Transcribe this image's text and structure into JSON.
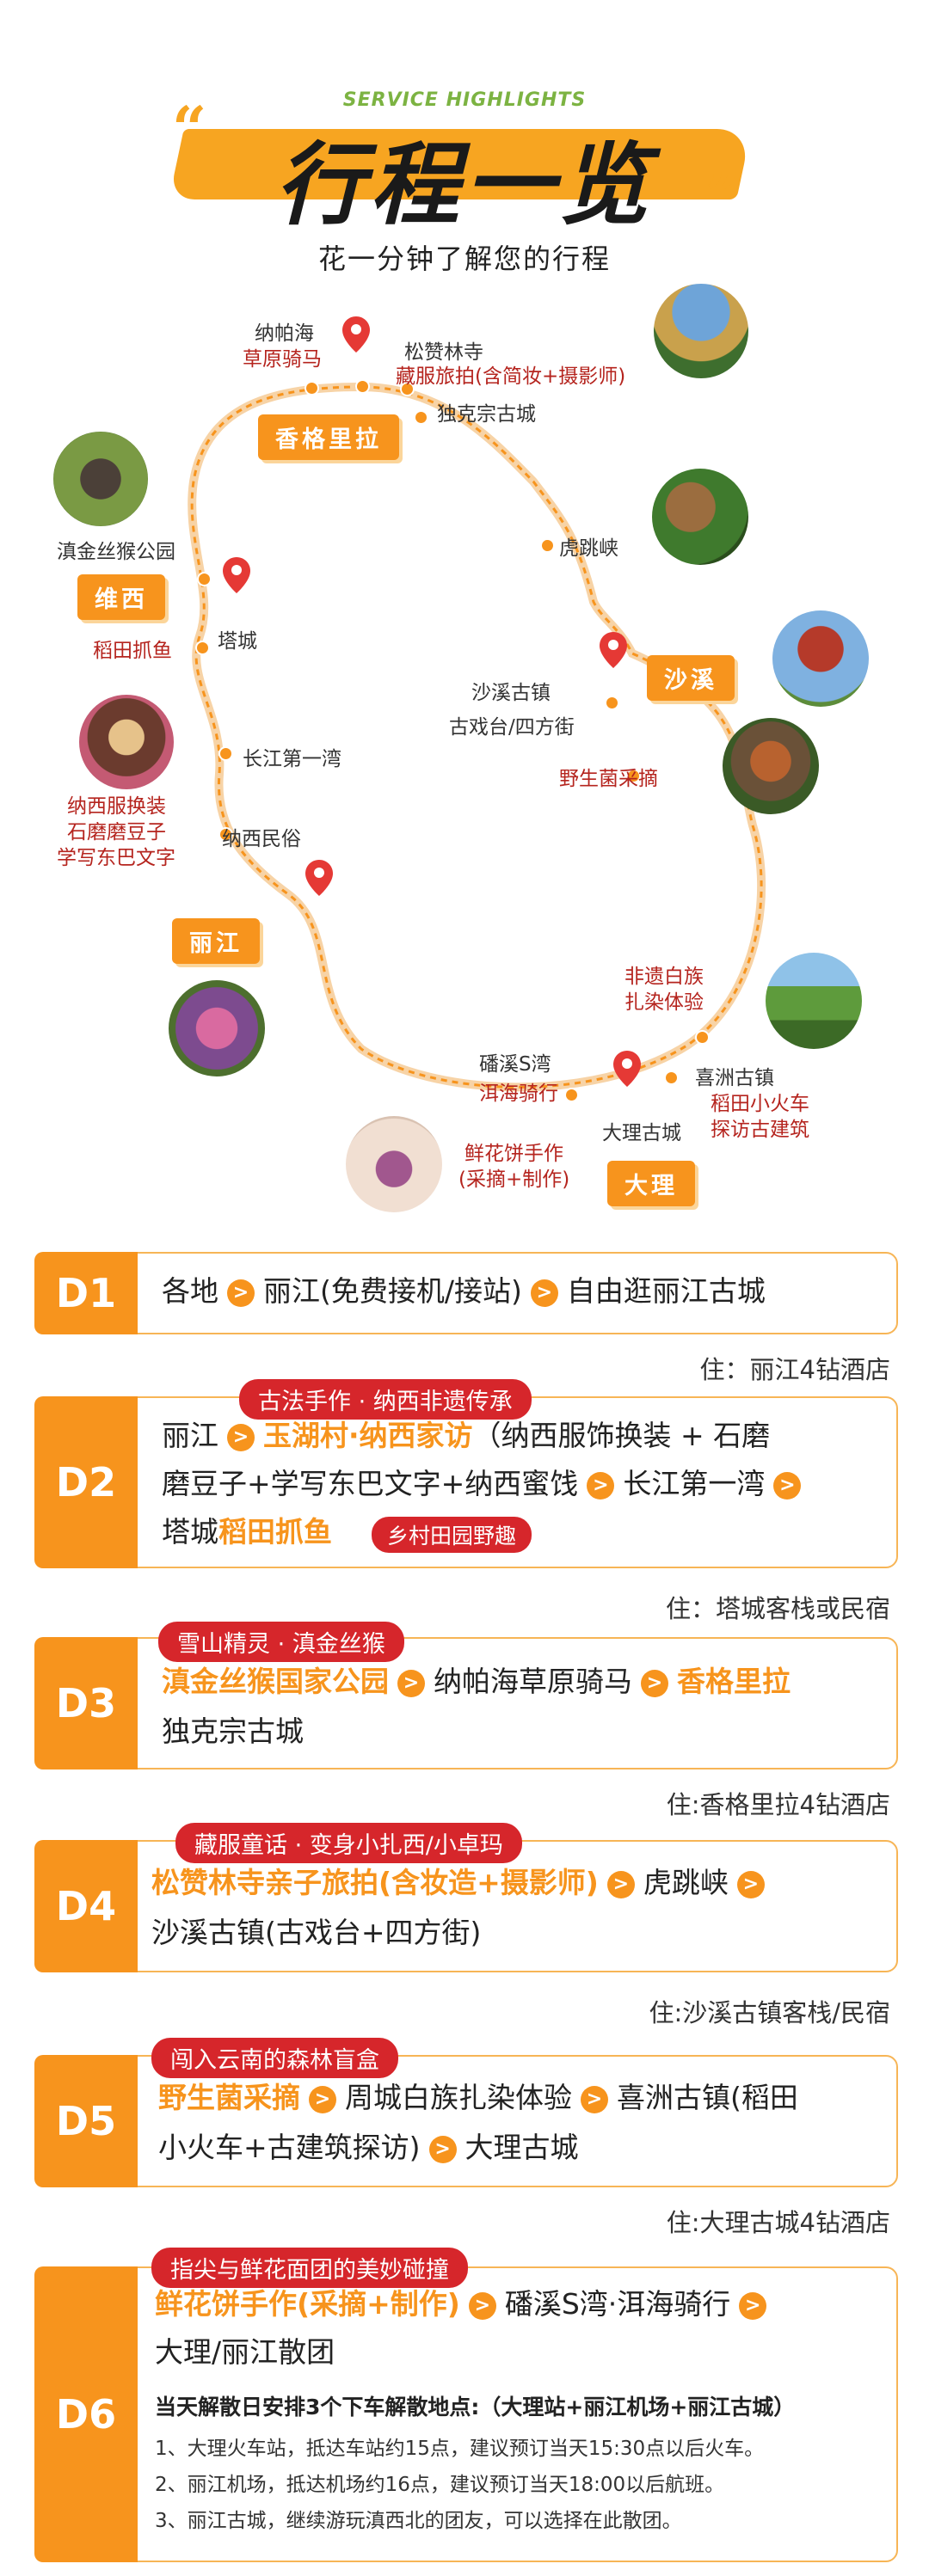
{
  "header": {
    "subtitle_en": "SERVICE HIGHLIGHTS",
    "title": "行程一览",
    "subtitle": "花一分钟了解您的行程"
  },
  "map": {
    "cities": {
      "shangrila": "香格里拉",
      "weixi": "维西",
      "shaxi": "沙溪",
      "lijiang": "丽江",
      "dali": "大理"
    },
    "labels": {
      "napahai": "纳帕海",
      "napahai_red": "草原骑马",
      "songzanlin": "松赞林寺",
      "songzanlin_red": "藏服旅拍(含简妆+摄影师)",
      "dukezong": "独克宗古城",
      "monkey_park": "滇金丝猴公园",
      "paddy_fish": "稻田抓鱼",
      "tacheng": "塔城",
      "tiger_leap": "虎跳峡",
      "shaxi_town": "沙溪古镇",
      "stage": "古戏台/四方街",
      "mushroom": "野生菌采摘",
      "first_bend": "长江第一湾",
      "naxi_folk": "纳西民俗",
      "naxi_red1": "纳西服换装",
      "naxi_red2": "石磨磨豆子",
      "naxi_red3": "学写东巴文字",
      "tiedye_red1": "非遗白族",
      "tiedye_red2": "扎染体验",
      "xizhou": "喜洲古镇",
      "xizhou_red1": "稻田小火车",
      "xizhou_red2": "探访古建筑",
      "shuangwan": "磻溪S湾",
      "erhai_red": "洱海骑行",
      "dali_old": "大理古城",
      "flower_red1": "鲜花饼手作",
      "flower_red2": "(采摘+制作)"
    }
  },
  "days": [
    {
      "id": "D1",
      "line1_a": "各地",
      "line1_b": "丽江(免费接机/接站)",
      "line1_c": "自由逛丽江古城",
      "hotel": "住：丽江4钻酒店"
    },
    {
      "id": "D2",
      "tag": "古法手作 · 纳西非遗传承",
      "l1_a": "丽江",
      "l1_hl": "玉湖村·纳西家访",
      "l1_b": "（纳西服饰换装 + 石磨",
      "l2_a": "磨豆子+学写东巴文字+纳西蜜饯",
      "l2_b": "长江第一湾",
      "l3_a": "塔城",
      "l3_hl": "稻田抓鱼",
      "l3_tag": "乡村田园野趣",
      "hotel": "住：塔城客栈或民宿"
    },
    {
      "id": "D3",
      "tag": "雪山精灵 · 滇金丝猴",
      "l1_hl": "滇金丝猴国家公园",
      "l1_b": "纳帕海草原骑马",
      "l1_hl2": "香格里拉",
      "l2": "独克宗古城",
      "hotel": "住:香格里拉4钻酒店"
    },
    {
      "id": "D4",
      "tag": "藏服童话 · 变身小扎西/小卓玛",
      "l1_hl": "松赞林寺亲子旅拍(含妆造+摄影师)",
      "l1_b": "虎跳峡",
      "l2": "沙溪古镇(古戏台+四方街)",
      "hotel": "住:沙溪古镇客栈/民宿"
    },
    {
      "id": "D5",
      "tag": "闯入云南的森林盲盒",
      "l1_hl": "野生菌采摘",
      "l1_b": "周城白族扎染体验",
      "l1_c": "喜洲古镇(稻田",
      "l2_a": "小火车+古建筑探访)",
      "l2_b": "大理古城",
      "hotel": "住:大理古城4钻酒店"
    },
    {
      "id": "D6",
      "tag": "指尖与鲜花面团的美妙碰撞",
      "l1_hl": "鲜花饼手作(采摘+制作)",
      "l1_b": "磻溪S湾·洱海骑行",
      "l2": "大理/丽江散团",
      "note_title": "当天解散日安排3个下车解散地点:（大理站+丽江机场+丽江古城）",
      "notes": [
        "1、大理火车站，抵达车站约15点，建议预订当天15:30点以后火车。",
        "2、丽江机场，抵达机场约16点，建议预订当天18:00以后航班。",
        "3、丽江古城，继续游玩滇西北的团友，可以选择在此散团。"
      ]
    }
  ],
  "colors": {
    "accent": "#f7941d",
    "red": "#d6262b",
    "green": "#7cb342"
  }
}
